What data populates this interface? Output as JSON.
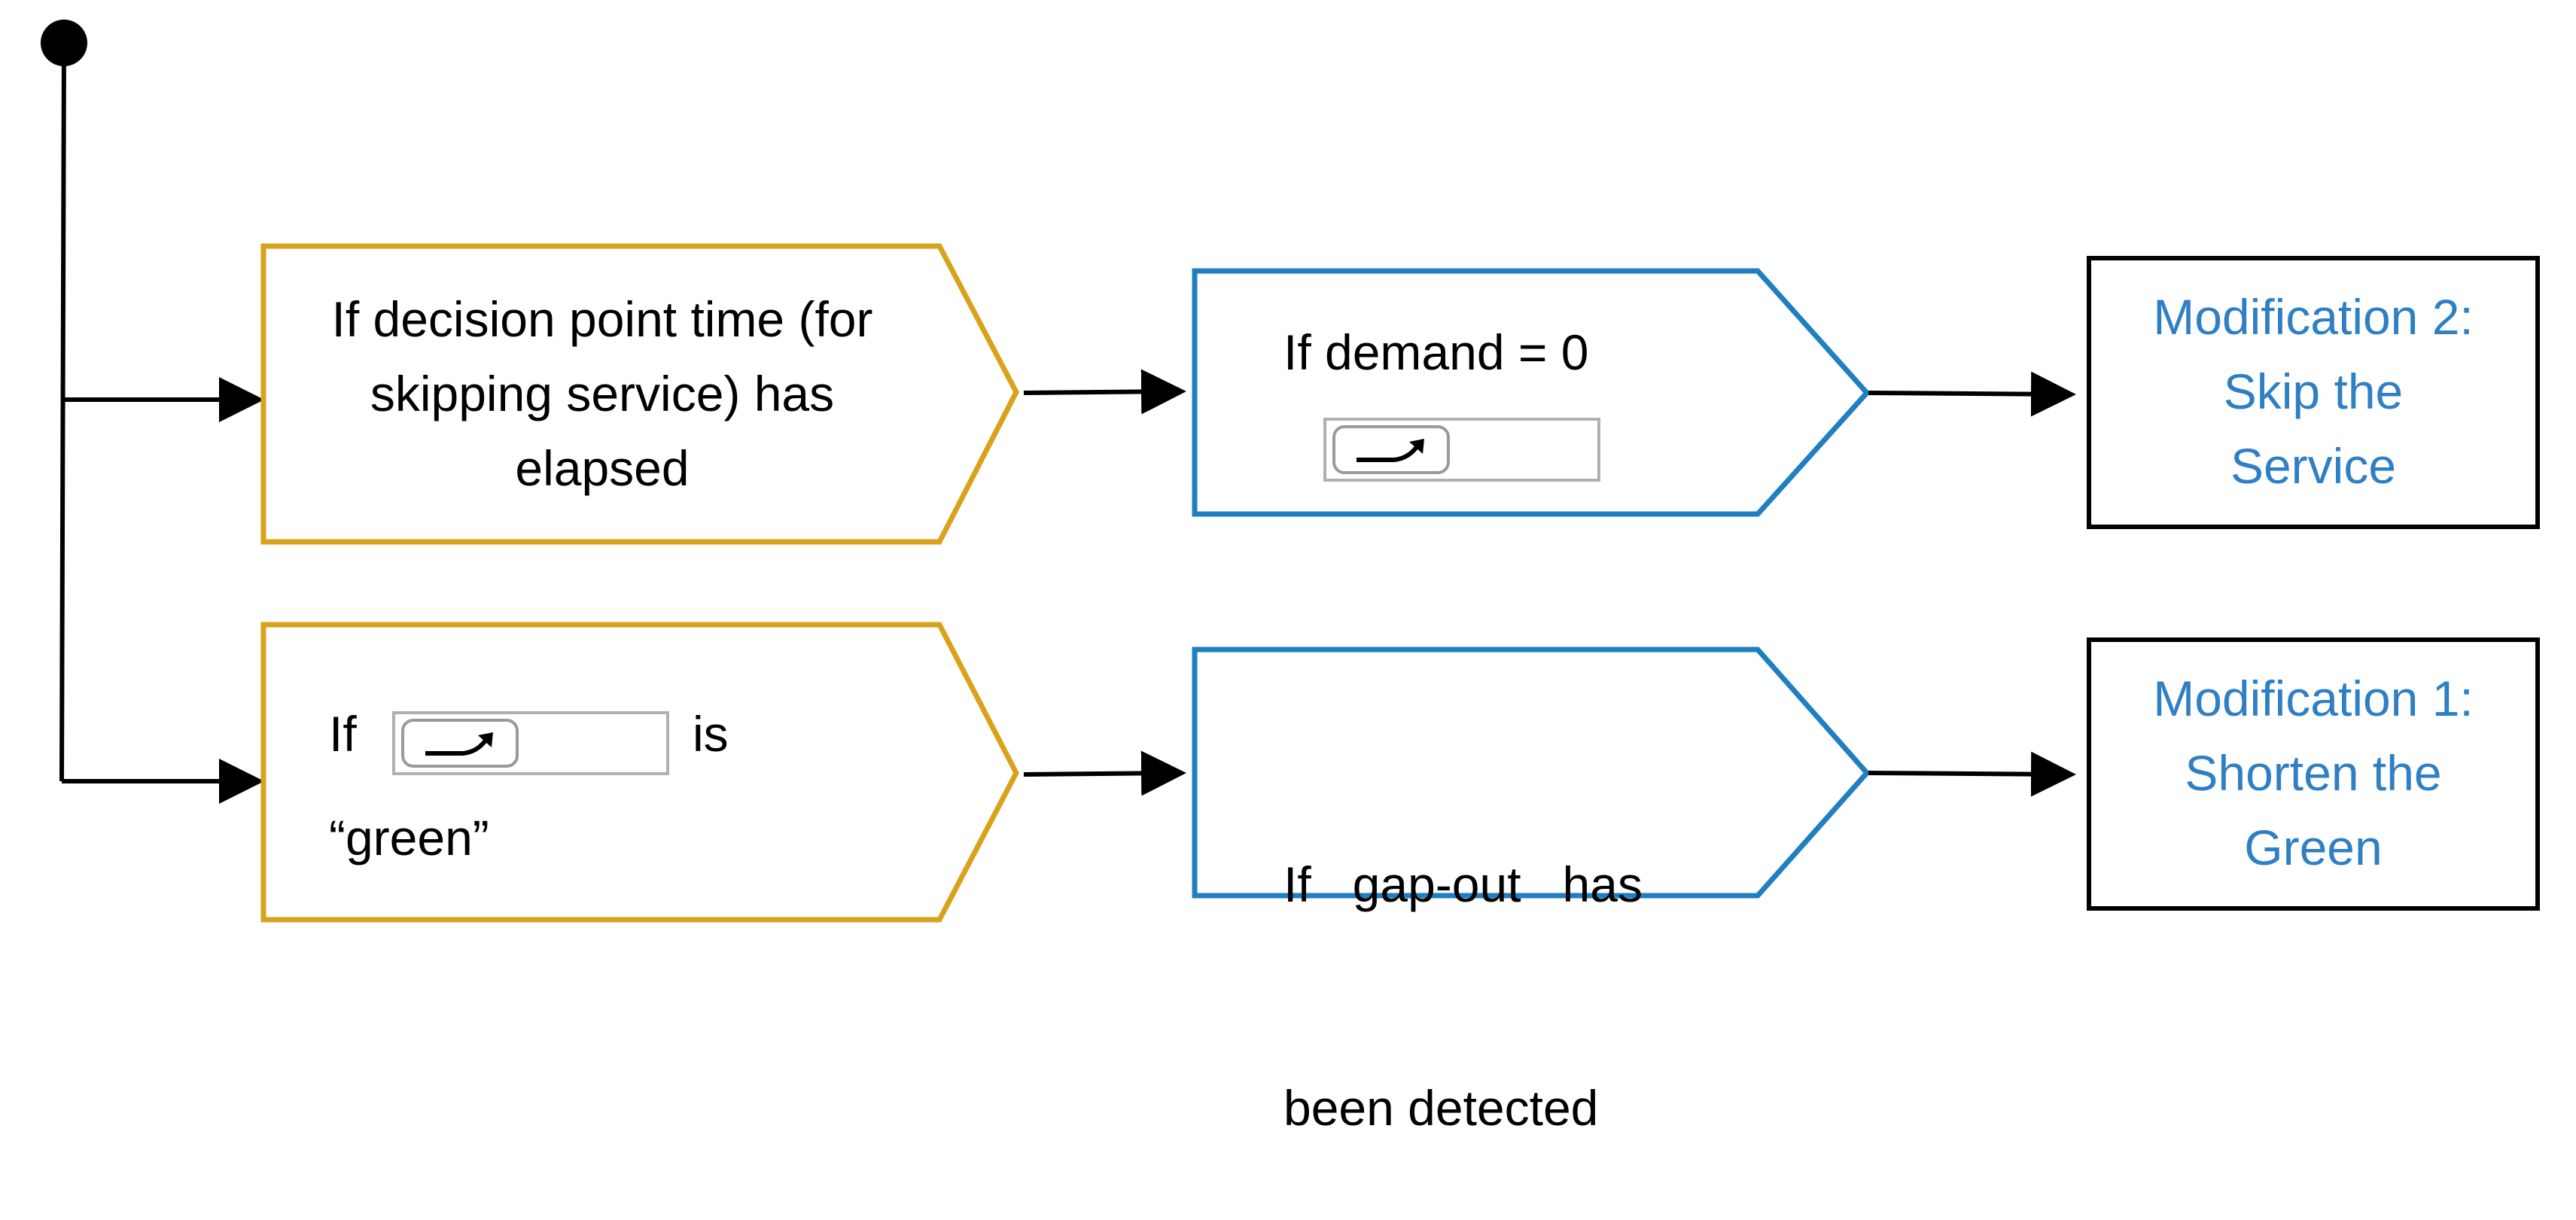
{
  "colors": {
    "condition_box": "#d9a21b",
    "check_box": "#1f7fc0",
    "modification_text": "#2f7fc4",
    "line": "#000000"
  },
  "row1": {
    "condition": [
      "If decision point time (for",
      "skipping service) has",
      "elapsed"
    ],
    "check": "If demand = 0",
    "modification": [
      "Modification 2:",
      "Skip the",
      "Service"
    ]
  },
  "row2": {
    "condition_if": "If",
    "condition_is": "is",
    "condition_green": "“green”",
    "check": [
      "If   gap-out   has",
      "been detected"
    ],
    "modification": [
      "Modification 1:",
      "Shorten the",
      "Green"
    ]
  },
  "icons": [
    "start-node-icon",
    "signal-phase-icon"
  ]
}
